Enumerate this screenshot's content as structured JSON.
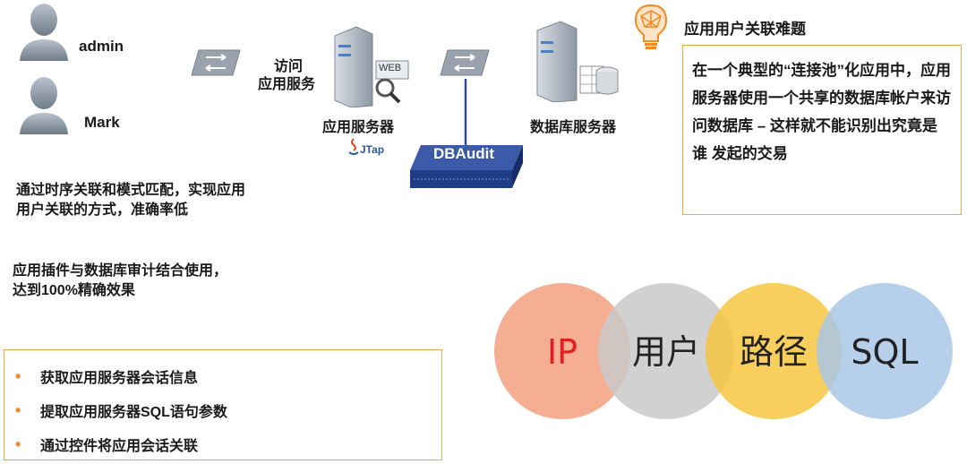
{
  "users": [
    {
      "name": "admin"
    },
    {
      "name": "Mark"
    }
  ],
  "labels": {
    "access": "访问",
    "app_service": "应用服务",
    "app_server": "应用服务器",
    "db_server": "数据库服务器",
    "web_badge": "WEB",
    "jtap": "JTap",
    "dbaudit": "DBAudit"
  },
  "problem": {
    "title": "应用用户关联难题",
    "body": "在一个典型的“连接池”化应用中，应用服务器使用一个共享的数据库帐户来访问数据库 – 这样就不能识别出究竟是 谁 发起的交易"
  },
  "notes": {
    "line1a": "通过时序关联和模式匹配，实现应用",
    "line1b": "用户关联的方式，准确率低",
    "line2a": "应用插件与数据库审计结合使用，",
    "line2b": "达到100%精确效果"
  },
  "bullets": [
    "获取应用服务器会话信息",
    "提取应用服务器SQL语句参数",
    "通过控件将应用会话关联"
  ],
  "venn": [
    {
      "label": "IP",
      "color": "#f4a07f",
      "text_color": "#e02020"
    },
    {
      "label": "用户",
      "color": "#c9c9c9",
      "text_color": "#222222"
    },
    {
      "label": "路径",
      "color": "#f7c53f",
      "text_color": "#222222"
    },
    {
      "label": "SQL",
      "color": "#a9c7e6",
      "text_color": "#222222"
    }
  ],
  "colors": {
    "accent": "#f0a64a",
    "bullet": "#ee8a2a",
    "icon_user": "#8f9aa6"
  }
}
